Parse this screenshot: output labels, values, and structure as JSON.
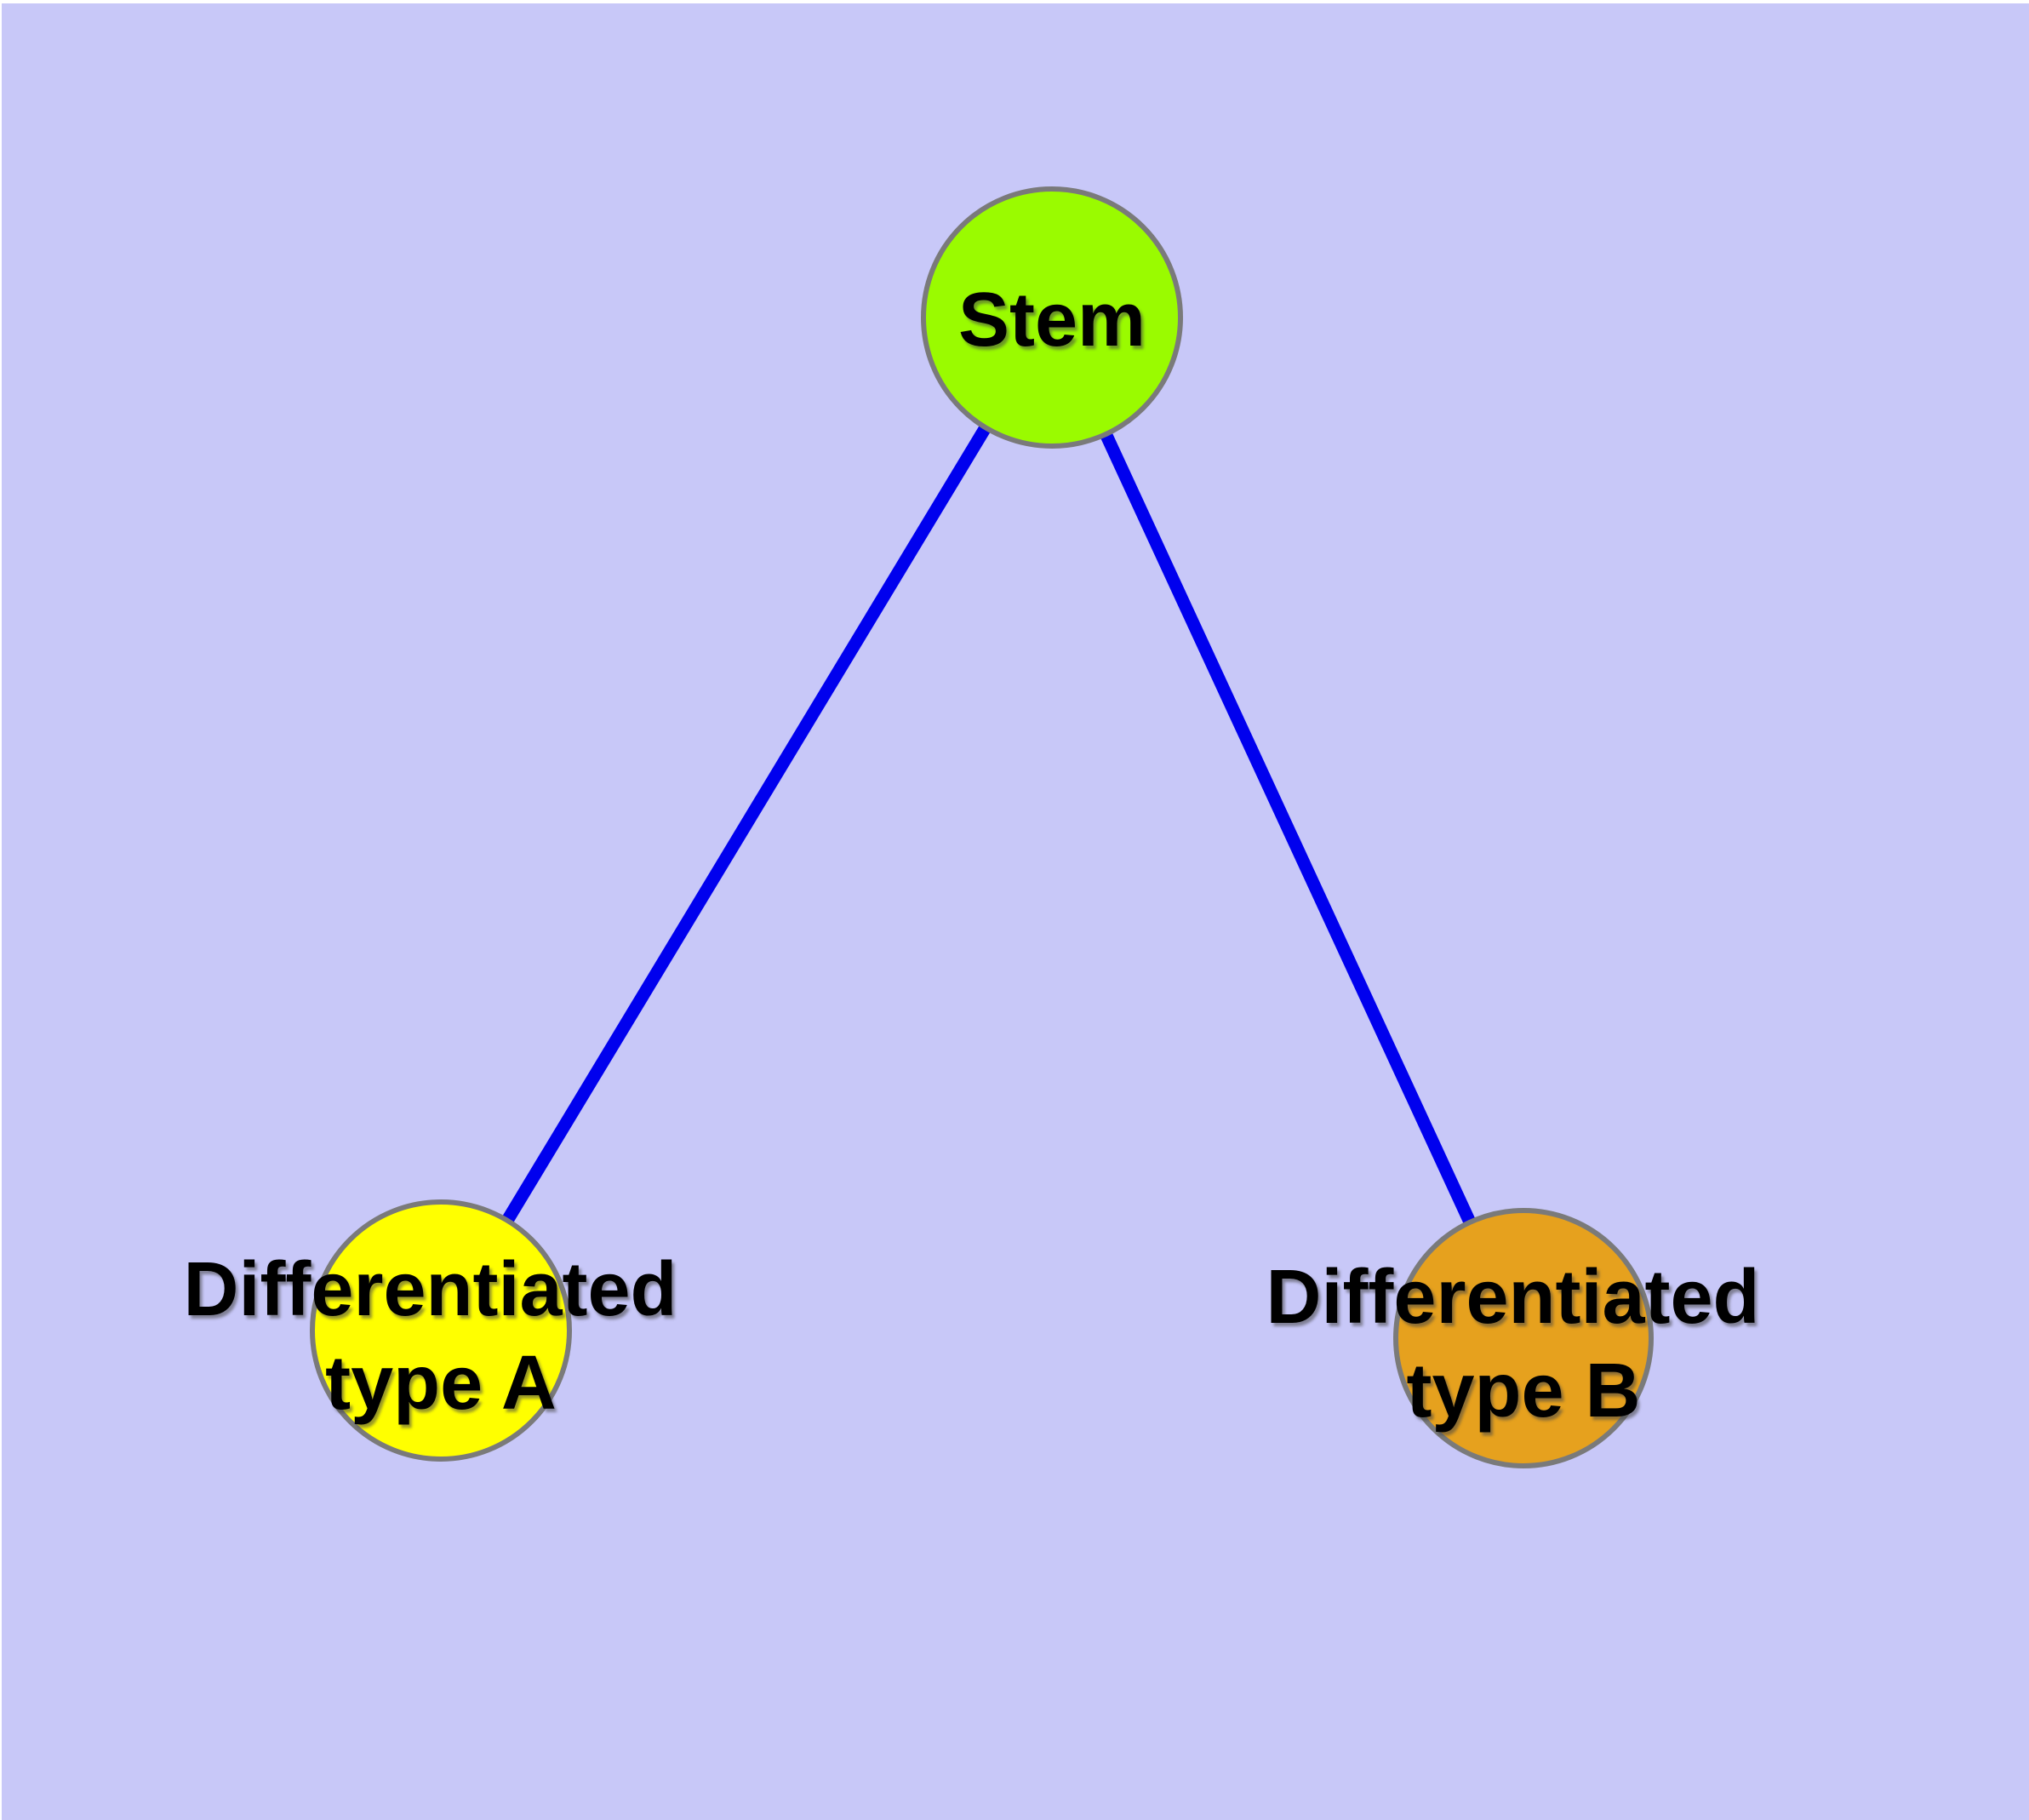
{
  "figure": {
    "background_color": "#c8c8f8",
    "margin_color": "#ffffff",
    "text_color": "#000000",
    "edge_color": "#0000ee",
    "node_border_color": "#7a7a7a",
    "nodes": [
      {
        "id": "stem",
        "label_lines": [
          "Stem"
        ],
        "fill_color": "#9afb00"
      },
      {
        "id": "differentiated-type-a",
        "label_lines": [
          "Differentiated",
          "type A"
        ],
        "fill_color": "#ffff00"
      },
      {
        "id": "differentiated-type-b",
        "label_lines": [
          "Differentiated",
          "type B"
        ],
        "fill_color": "#e6a11e"
      }
    ],
    "edges": [
      {
        "from": "stem",
        "to": "differentiated-type-a"
      },
      {
        "from": "stem",
        "to": "differentiated-type-b"
      }
    ]
  }
}
